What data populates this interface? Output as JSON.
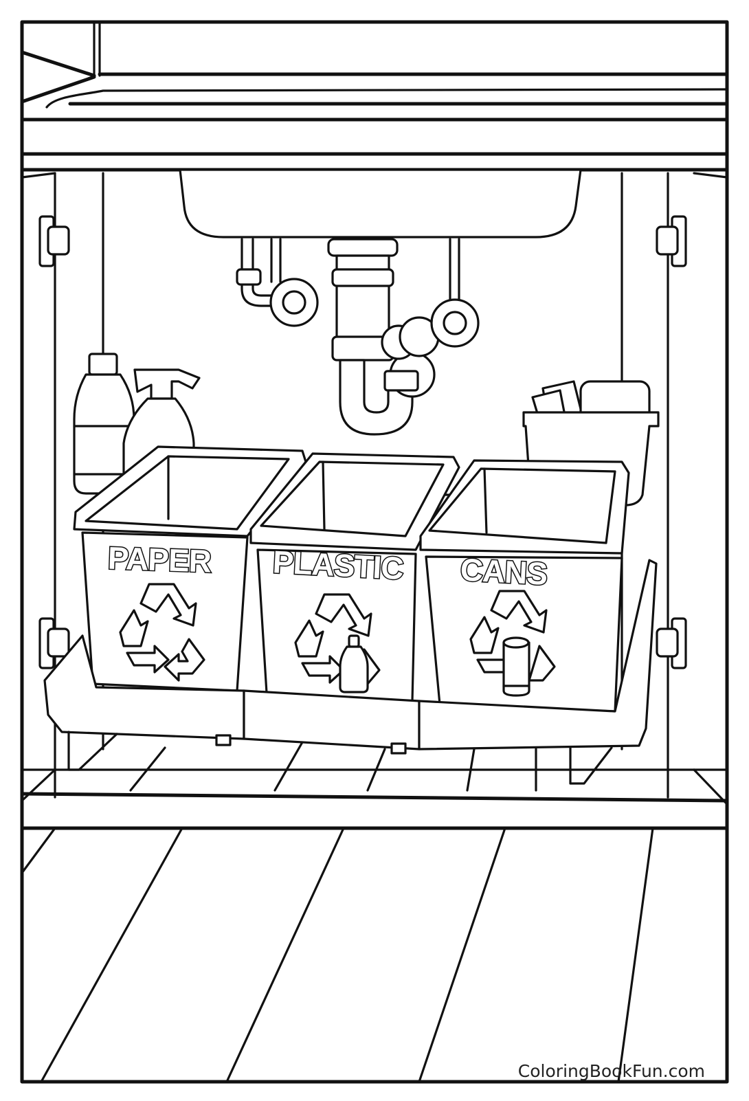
{
  "scene": {
    "title": "Under-sink recycling bins coloring page",
    "bins": [
      {
        "label": "PAPER",
        "symbol": "recycle-icon"
      },
      {
        "label": "PLASTIC",
        "symbol": "recycle-with-bottle-icon"
      },
      {
        "label": "CANS",
        "symbol": "recycle-with-can-icon"
      }
    ]
  },
  "watermark": "ColoringBookFun.com",
  "colors": {
    "line": "#111111",
    "background": "#ffffff"
  }
}
